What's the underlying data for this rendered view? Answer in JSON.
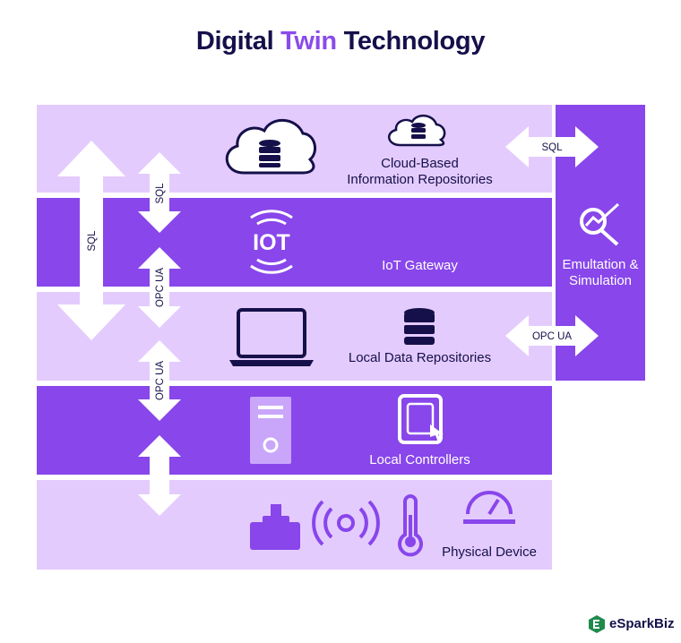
{
  "title": {
    "part1": "Digital",
    "part2": "Twin",
    "part3": "Technology"
  },
  "layers": [
    {
      "label_line1": "Cloud-Based",
      "label_line2": "Information Repositories"
    },
    {
      "label": "IoT Gateway"
    },
    {
      "label": "Local Data Repositories"
    },
    {
      "label": "Local Controllers"
    },
    {
      "label": "Physical Device"
    }
  ],
  "side_panel": {
    "label_line1": "Emultation &",
    "label_line2": "Simulation"
  },
  "arrows": {
    "left_big": "SQL",
    "cloud_iot": "SQL",
    "iot_local": "OPC UA",
    "local_controllers": "OPC UA",
    "to_side_top": "SQL",
    "to_side_bottom": "OPC UA"
  },
  "iot_logo_text": "IOT",
  "brand": {
    "name": "eSparkBiz"
  },
  "colors": {
    "dark_purple": "#8846eb",
    "light_purple": "#e4cbfd",
    "navy": "#15104a",
    "accent": "#8a4bea",
    "brand_green": "#1f8a4c"
  }
}
